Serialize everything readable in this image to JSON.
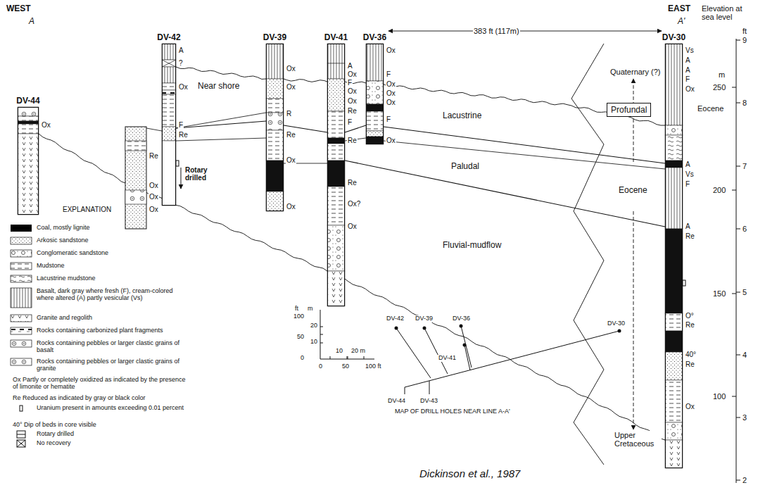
{
  "diagram": {
    "caption": "Dickinson et al., 1987",
    "nodes": [
      {
        "text": [
          "DV-44"
        ]
      },
      {
        "text": [
          "DV-42"
        ]
      },
      {
        "text": [
          "DV-39"
        ]
      },
      {
        "text": [
          "DV-41"
        ]
      },
      {
        "text": [
          "DV-36"
        ]
      },
      {
        "text": [
          "DV-30"
        ]
      },
      {
        "text": [
          "Profundal"
        ]
      }
    ],
    "edges": [
      {
        "from": 1,
        "to": 2,
        "arrow": "none"
      },
      {
        "from": 2,
        "to": 3,
        "arrow": "none"
      },
      {
        "from": 3,
        "to": 4,
        "arrow": "none"
      },
      {
        "from": 4,
        "to": 5,
        "arrow": "none"
      },
      {
        "from": 3,
        "to": 5,
        "arrow": "none"
      }
    ],
    "labels": [
      "WEST",
      "A",
      "EAST",
      "A'",
      "Elevation at sea level",
      "ft",
      "9",
      "8",
      "7",
      "6",
      "5",
      "4",
      "3",
      "2",
      "m",
      "250",
      "200",
      "150",
      "100",
      "383 ft (117m)",
      "Near shore",
      "Lacustrine",
      "Quaternary (?)",
      "Eocene",
      "Eocene",
      "Paludal",
      "Fluvial-mudflow",
      "Upper Cretaceous",
      "EXPLANATION",
      "ft",
      "m",
      "100",
      "50",
      "0",
      "20",
      "10",
      "10",
      "20 m",
      "0",
      "50",
      "100 ft",
      "DV-42",
      "DV-39",
      "DV-36",
      "DV-30",
      "DV-41",
      "DV-44",
      "DV-43",
      "MAP OF DRILL HOLES NEAR LINE A-A'",
      "Ox",
      "Re",
      "Ox",
      "Ox",
      "Ox",
      "A",
      "?",
      "Ox",
      "F",
      "Re",
      "Rotary drilled",
      "Ox",
      "Ox",
      "R",
      "Re",
      "Ox",
      "Ox",
      "A",
      "Ox",
      "F",
      "Ox",
      "Ox",
      "Re",
      "F",
      "Re",
      "Re",
      "Ox?",
      "Ox",
      "Ox",
      "F",
      "Ox",
      "Ox",
      "Ox",
      "F",
      "Ox",
      "Vs",
      "A",
      "A",
      "F",
      "Ox",
      "A",
      "Vs",
      "F",
      "A",
      "Re",
      "O°",
      "Re",
      "40°",
      "Re",
      "Ox"
    ],
    "legend": [
      {
        "text": "Coal, mostly lignite",
        "color": "#000000"
      },
      {
        "text": "Arkosic sandstone"
      },
      {
        "text": "Conglomeratic sandstone"
      },
      {
        "text": "Mudstone"
      },
      {
        "text": "Lacustrine mudstone"
      },
      {
        "text": "Basalt, dark gray where fresh (F), cream-colored where altered (A) partly vesicular (Vs)"
      },
      {
        "text": "Granite and regolith"
      },
      {
        "text": "Rocks containing carbonized plant fragments"
      },
      {
        "text": "Rocks containing pebbles or larger clastic grains of basalt"
      },
      {
        "text": "Rocks containing pebbles or larger clastic grains of granite"
      },
      {
        "text": "Ox Partly or completely oxidized as indicated by the presence of limonite or hematite"
      },
      {
        "text": "Re Reduced as indicated by gray or black color"
      },
      {
        "text": "Uranium present in amounts exceeding 0.01 percent"
      },
      {
        "text": "40° Dip of beds in core visible"
      },
      {
        "text": "Rotary drilled"
      },
      {
        "text": "No recovery"
      }
    ]
  }
}
